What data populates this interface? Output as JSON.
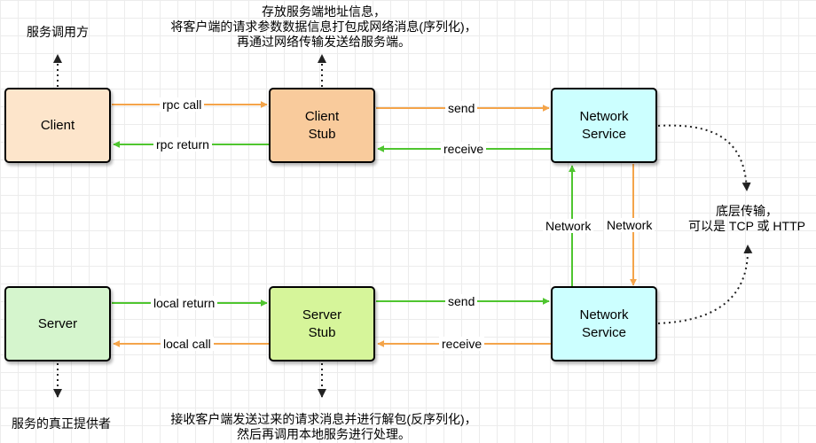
{
  "colors": {
    "orange_arrow": "#f4a44a",
    "green_arrow": "#4fc52f",
    "client_fill": "#fde5cb",
    "client_stub_fill": "#f9cb9c",
    "network_fill": "#ccffff",
    "server_fill": "#d5f5cd",
    "server_stub_fill": "#d6f59a"
  },
  "boxes": {
    "client": "Client",
    "client_stub": "Client\nStub",
    "network_top": "Network\nService",
    "server": "Server",
    "server_stub": "Server\nStub",
    "network_bottom": "Network\nService"
  },
  "arrows": {
    "rpc_call": "rpc call",
    "rpc_return": "rpc return",
    "send_top": "send",
    "receive_top": "receive",
    "local_return": "local return",
    "local_call": "local call",
    "send_bottom": "send",
    "receive_bottom": "receive",
    "network_up": "Network",
    "network_down": "Network"
  },
  "notes": {
    "client_note": "服务调用方",
    "client_stub_note": "存放服务端地址信息，\n将客户端的请求参数数据信息打包成网络消息(序列化)，\n再通过网络传输发送给服务端。",
    "transport_note": "底层传输，\n可以是 TCP 或 HTTP",
    "server_note": "服务的真正提供者",
    "server_stub_note": "接收客户端发送过来的请求消息并进行解包(反序列化)，\n然后再调用本地服务进行处理。"
  }
}
